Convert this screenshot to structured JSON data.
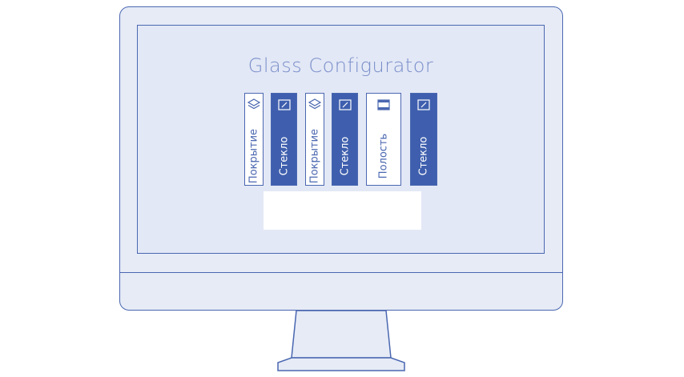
{
  "app": {
    "title": "Glass Configurator"
  },
  "layers": [
    {
      "label": "Покрытие",
      "icon": "layers-icon",
      "style": "light"
    },
    {
      "label": "Стекло",
      "icon": "glass-pane-icon",
      "style": "dark"
    },
    {
      "label": "Покрытие",
      "icon": "layers-icon",
      "style": "light"
    },
    {
      "label": "Стекло",
      "icon": "glass-pane-icon",
      "style": "dark"
    },
    {
      "label": "Полость",
      "icon": "cavity-icon",
      "style": "light"
    },
    {
      "label": "Стекло",
      "icon": "glass-pane-icon",
      "style": "dark"
    }
  ],
  "colors": {
    "accent": "#3f5fae",
    "outline": "#4a67b0",
    "screen_bg": "#e3e8f6",
    "title": "#7a8fca"
  }
}
